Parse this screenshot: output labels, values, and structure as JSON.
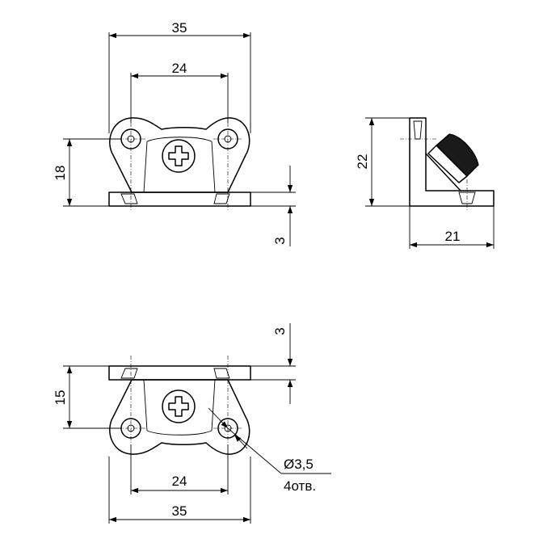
{
  "drawing": {
    "front_view": {
      "width_overall": "35",
      "hole_spacing": "24",
      "height_to_holes": "18",
      "base_thickness": "3"
    },
    "side_view": {
      "height": "22",
      "depth": "21"
    },
    "bottom_view": {
      "base_thickness": "3",
      "height_to_holes": "15",
      "hole_spacing": "24",
      "width_overall": "35",
      "hole_diameter": "Ø3,5",
      "hole_count": "4отв."
    }
  }
}
